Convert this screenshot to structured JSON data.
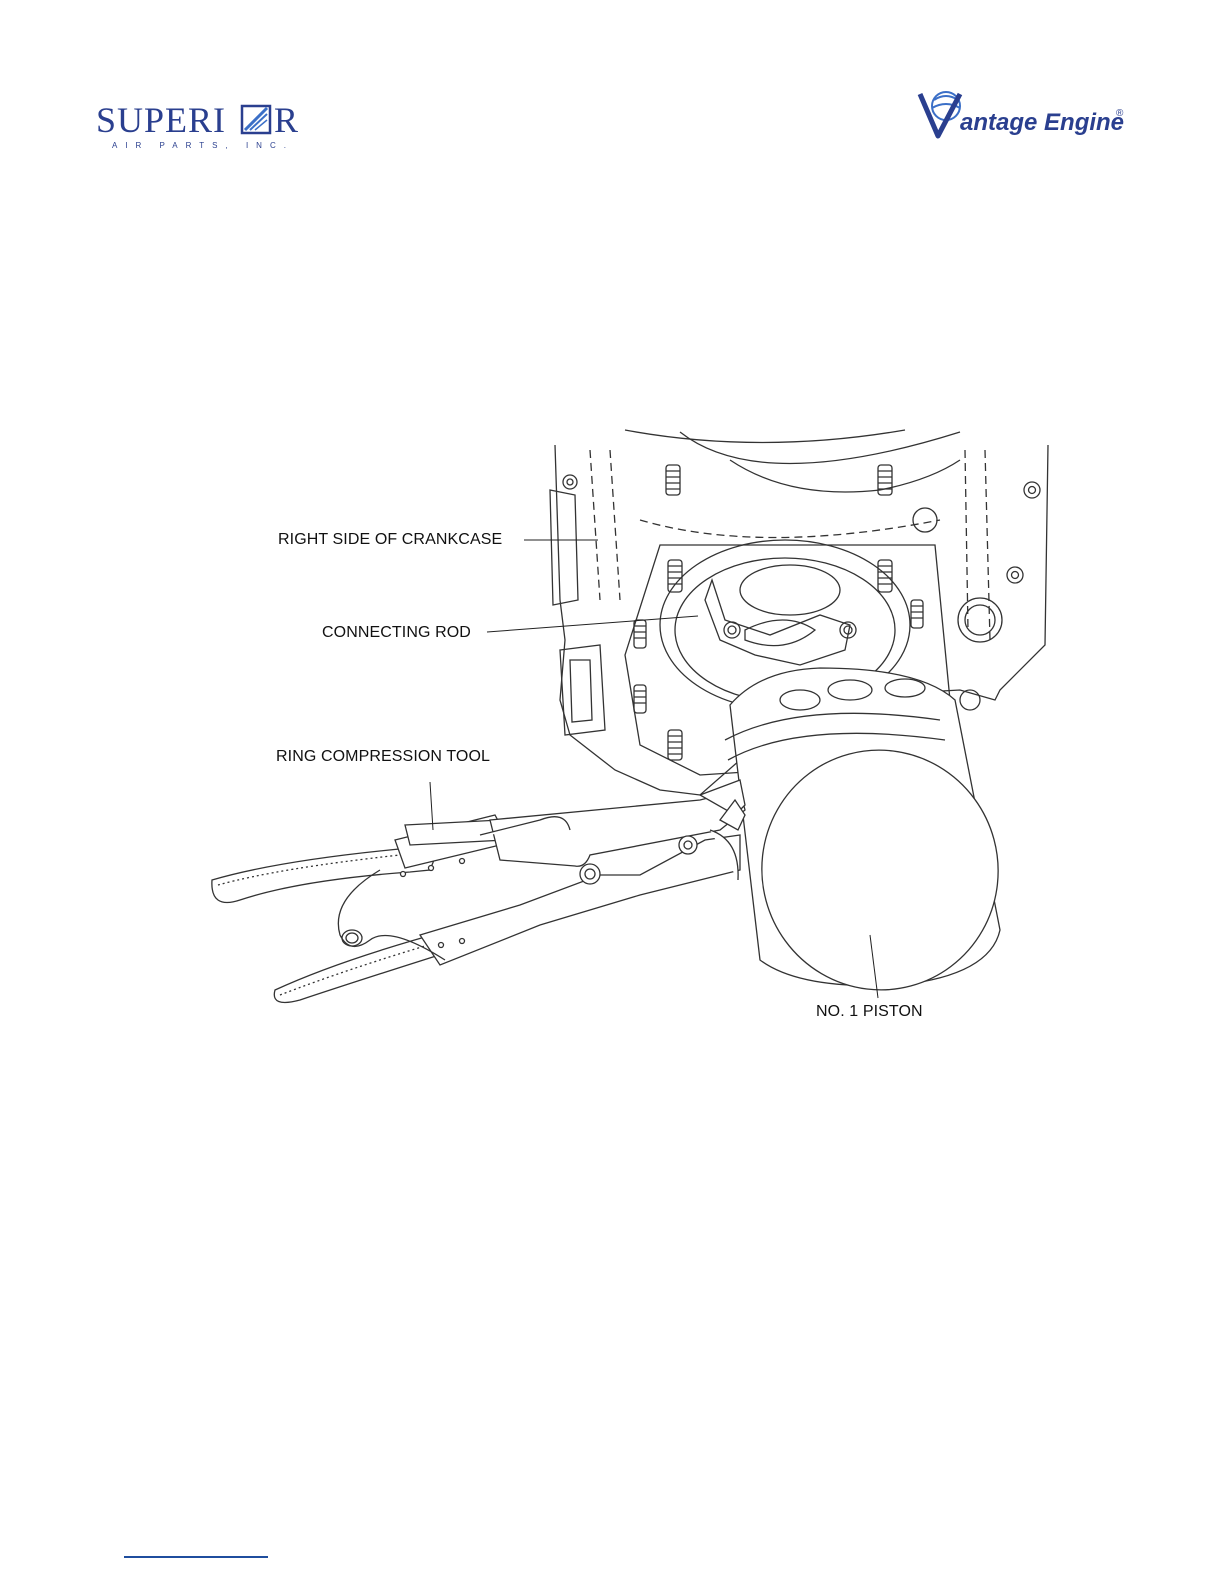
{
  "header": {
    "left_logo": {
      "wordmark": "SUPERIOR",
      "tagline": "AIR PARTS, INC.",
      "color": "#2a3f8f"
    },
    "right_logo": {
      "wordmark": "Vantage Engine",
      "registered": "®",
      "color": "#2a3f8f"
    }
  },
  "figure": {
    "callouts": {
      "crankcase": "RIGHT SIDE OF CRANKCASE",
      "connecting_rod": "CONNECTING ROD",
      "ring_tool": "RING COMPRESSION TOOL",
      "piston": "NO. 1 PISTON"
    }
  },
  "footer": {
    "rule_color": "#1f4e9e"
  }
}
